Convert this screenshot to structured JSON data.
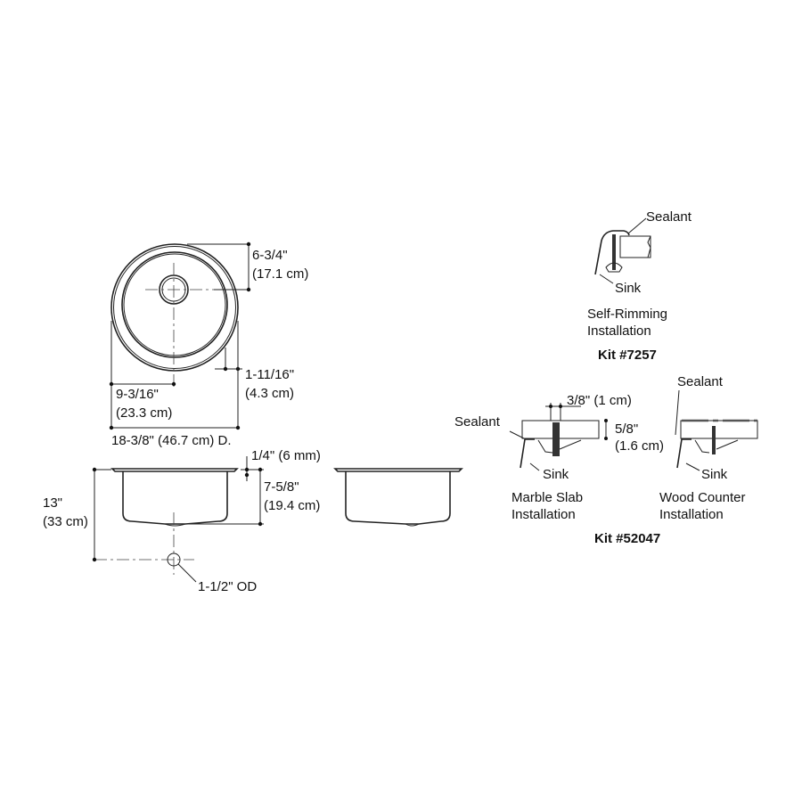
{
  "top_view": {
    "dim_drain_offset": "6-3/4\"",
    "dim_drain_offset_metric": "(17.1 cm)",
    "dim_rim": "1-11/16\"",
    "dim_rim_metric": "(4.3 cm)",
    "dim_center": "9-3/16\"",
    "dim_center_metric": "(23.3 cm)",
    "dim_diameter": "18-3/8\" (46.7 cm) D."
  },
  "side_view": {
    "dim_rim_thickness": "1/4\" (6 mm)",
    "dim_depth": "7-5/8\"",
    "dim_depth_metric": "(19.4 cm)",
    "dim_drain_height": "13\"",
    "dim_drain_height_metric": "(33 cm)",
    "drain_od": "1-1/2\" OD"
  },
  "self_rimming": {
    "sealant": "Sealant",
    "sink": "Sink",
    "title_line1": "Self-Rimming",
    "title_line2": "Installation",
    "kit": "Kit #7257"
  },
  "marble_slab": {
    "sealant": "Sealant",
    "sink": "Sink",
    "dim_width": "3/8\" (1 cm)",
    "dim_thickness": "5/8\"",
    "dim_thickness_metric": "(1.6 cm)",
    "title_line1": "Marble Slab",
    "title_line2": "Installation"
  },
  "wood_counter": {
    "sealant": "Sealant",
    "sink": "Sink",
    "title_line1": "Wood Counter",
    "title_line2": "Installation"
  },
  "kit_undermount": "Kit #52047"
}
